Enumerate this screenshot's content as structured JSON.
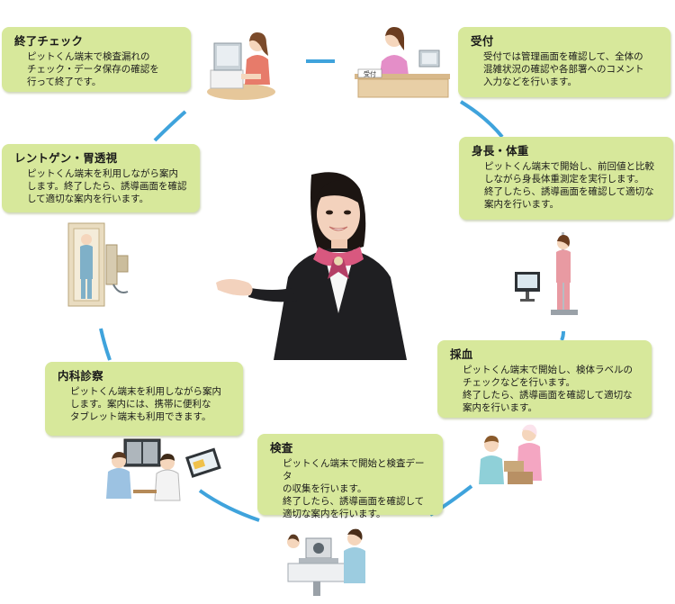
{
  "steps": [
    {
      "title": "受付",
      "text": "受付では管理画面を確認して、全体の\n混雑状況の確認や各部署へのコメント\n入力などを行います。"
    },
    {
      "title": "身長・体重",
      "text": "ピットくん端末で開始し、前回値と比較\nしながら身長体重測定を実行します。\n終了したら、誘導画面を確認して適切な\n案内を行います。"
    },
    {
      "title": "採血",
      "text": "ピットくん端末で開始し、検体ラベルの\nチェックなどを行います。\n終了したら、誘導画面を確認して適切な\n案内を行います。"
    },
    {
      "title": "検査",
      "text": "ピットくん端末で開始と検査データ\nの収集を行います。\n終了したら、誘導画面を確認して\n適切な案内を行います。"
    },
    {
      "title": "内科診察",
      "text": "ピットくん端末を利用しながら案内\nします。案内には、携帯に便利な\nタブレット端末も利用できます。"
    },
    {
      "title": "レントゲン・胃透視",
      "text": "ピットくん端末を利用しながら案内\nします。終了したら、誘導画面を確認\nして適切な案内を行います。"
    },
    {
      "title": "終了チェック",
      "text": "ピットくん端末で検査漏れの\nチェック・データ保存の確認を\n行って終了です。"
    }
  ],
  "illustrations": {
    "reception_sign": "受付"
  },
  "colors": {
    "box": "#d7e89b",
    "ring": "#3fa3dc"
  }
}
